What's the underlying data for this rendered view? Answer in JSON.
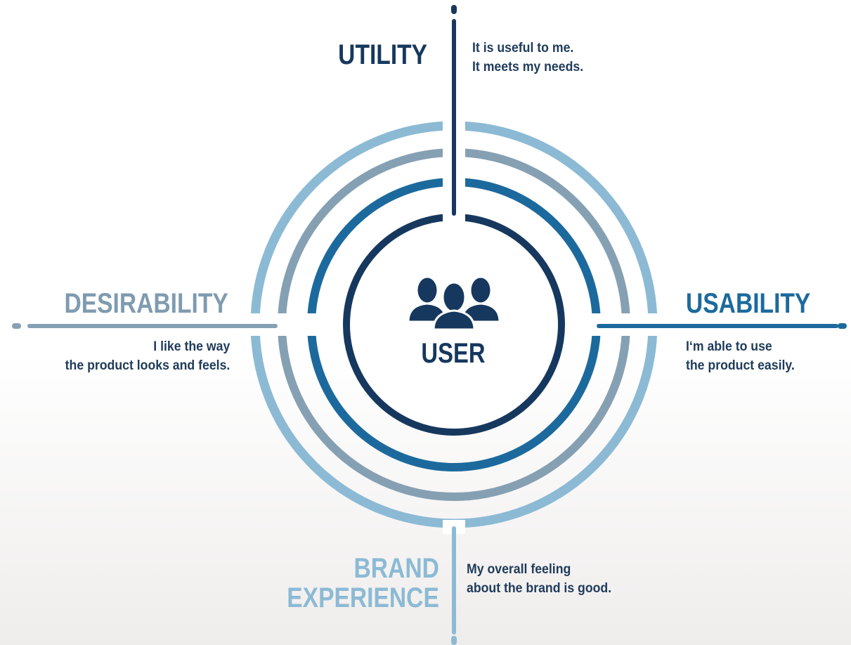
{
  "center": {
    "label": "USER",
    "icon": "users-icon"
  },
  "colors": {
    "dark_navy": "#17385e",
    "medium_blue": "#1c6a9d",
    "steel_gray": "#86a0b3",
    "light_blue": "#8cbad5",
    "gray_blue": "#7f9bb0",
    "desc_text": "#1f3b5a"
  },
  "quadrants": {
    "utility": {
      "title": "UTILITY",
      "lines": [
        "It is useful to me.",
        "It meets my needs."
      ]
    },
    "usability": {
      "title": "USABILITY",
      "lines": [
        "I‘m able to use",
        "the product easily."
      ]
    },
    "desirability": {
      "title": "DESIRABILITY",
      "lines": [
        "I like the way",
        "the product looks and feels."
      ]
    },
    "brand_experience": {
      "title_lines": [
        "BRAND",
        "EXPERIENCE"
      ],
      "lines": [
        "My overall feeling",
        "about the brand is good."
      ]
    }
  }
}
